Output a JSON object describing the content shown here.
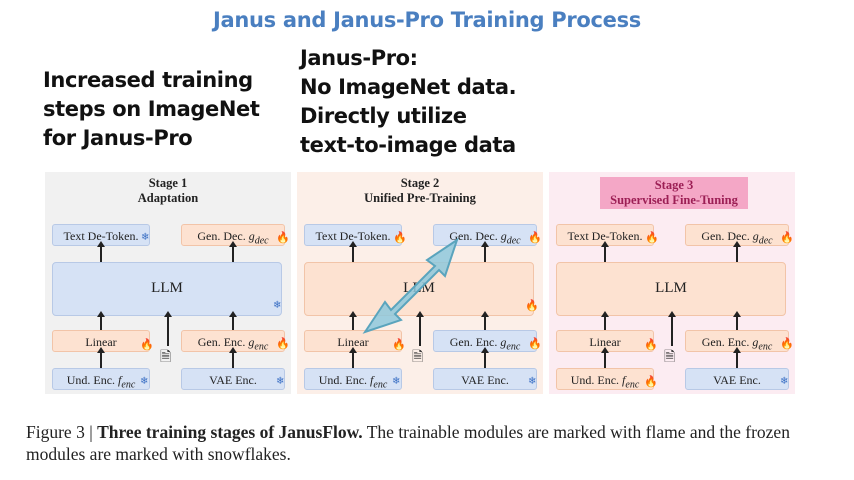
{
  "title": "Janus and Janus-Pro Training Process",
  "notes": {
    "left": [
      "Increased training",
      "steps on ImageNet",
      "for Janus-Pro"
    ],
    "right": [
      "Janus-Pro:",
      "No ImageNet data.",
      "Directly utilize",
      "text-to-image data"
    ]
  },
  "stages": [
    {
      "title_line1": "Stage 1",
      "title_line2": "Adaptation"
    },
    {
      "title_line1": "Stage 2",
      "title_line2": "Unified Pre-Training"
    },
    {
      "title_line1": "Stage 3",
      "title_line2": "Supervised Fine-Tuning"
    }
  ],
  "modules": {
    "text_detoken": "Text De-Token.",
    "gen_dec": "Gen. Dec.",
    "gen_dec_sub": "dec",
    "llm": "LLM",
    "linear": "Linear",
    "gen_enc": "Gen. Enc.",
    "gen_enc_sub": "enc",
    "und_enc": "Und. Enc.",
    "und_enc_sub": "enc",
    "vae_enc": "VAE Enc."
  },
  "caption": {
    "prefix": "Figure 3 | ",
    "bold": "Three training stages of JanusFlow.",
    "rest": " The trainable modules are marked with flame and the frozen modules are marked with snowflakes."
  },
  "colors": {
    "title": "#4a7fc0",
    "frozen": "#d6e2f5",
    "trainable": "#fde2d1",
    "stage3_highlight": "#f4a7c6"
  },
  "icons": {
    "frozen": "snowflake-icon",
    "trainable": "flame-icon",
    "document": "document-icon"
  }
}
